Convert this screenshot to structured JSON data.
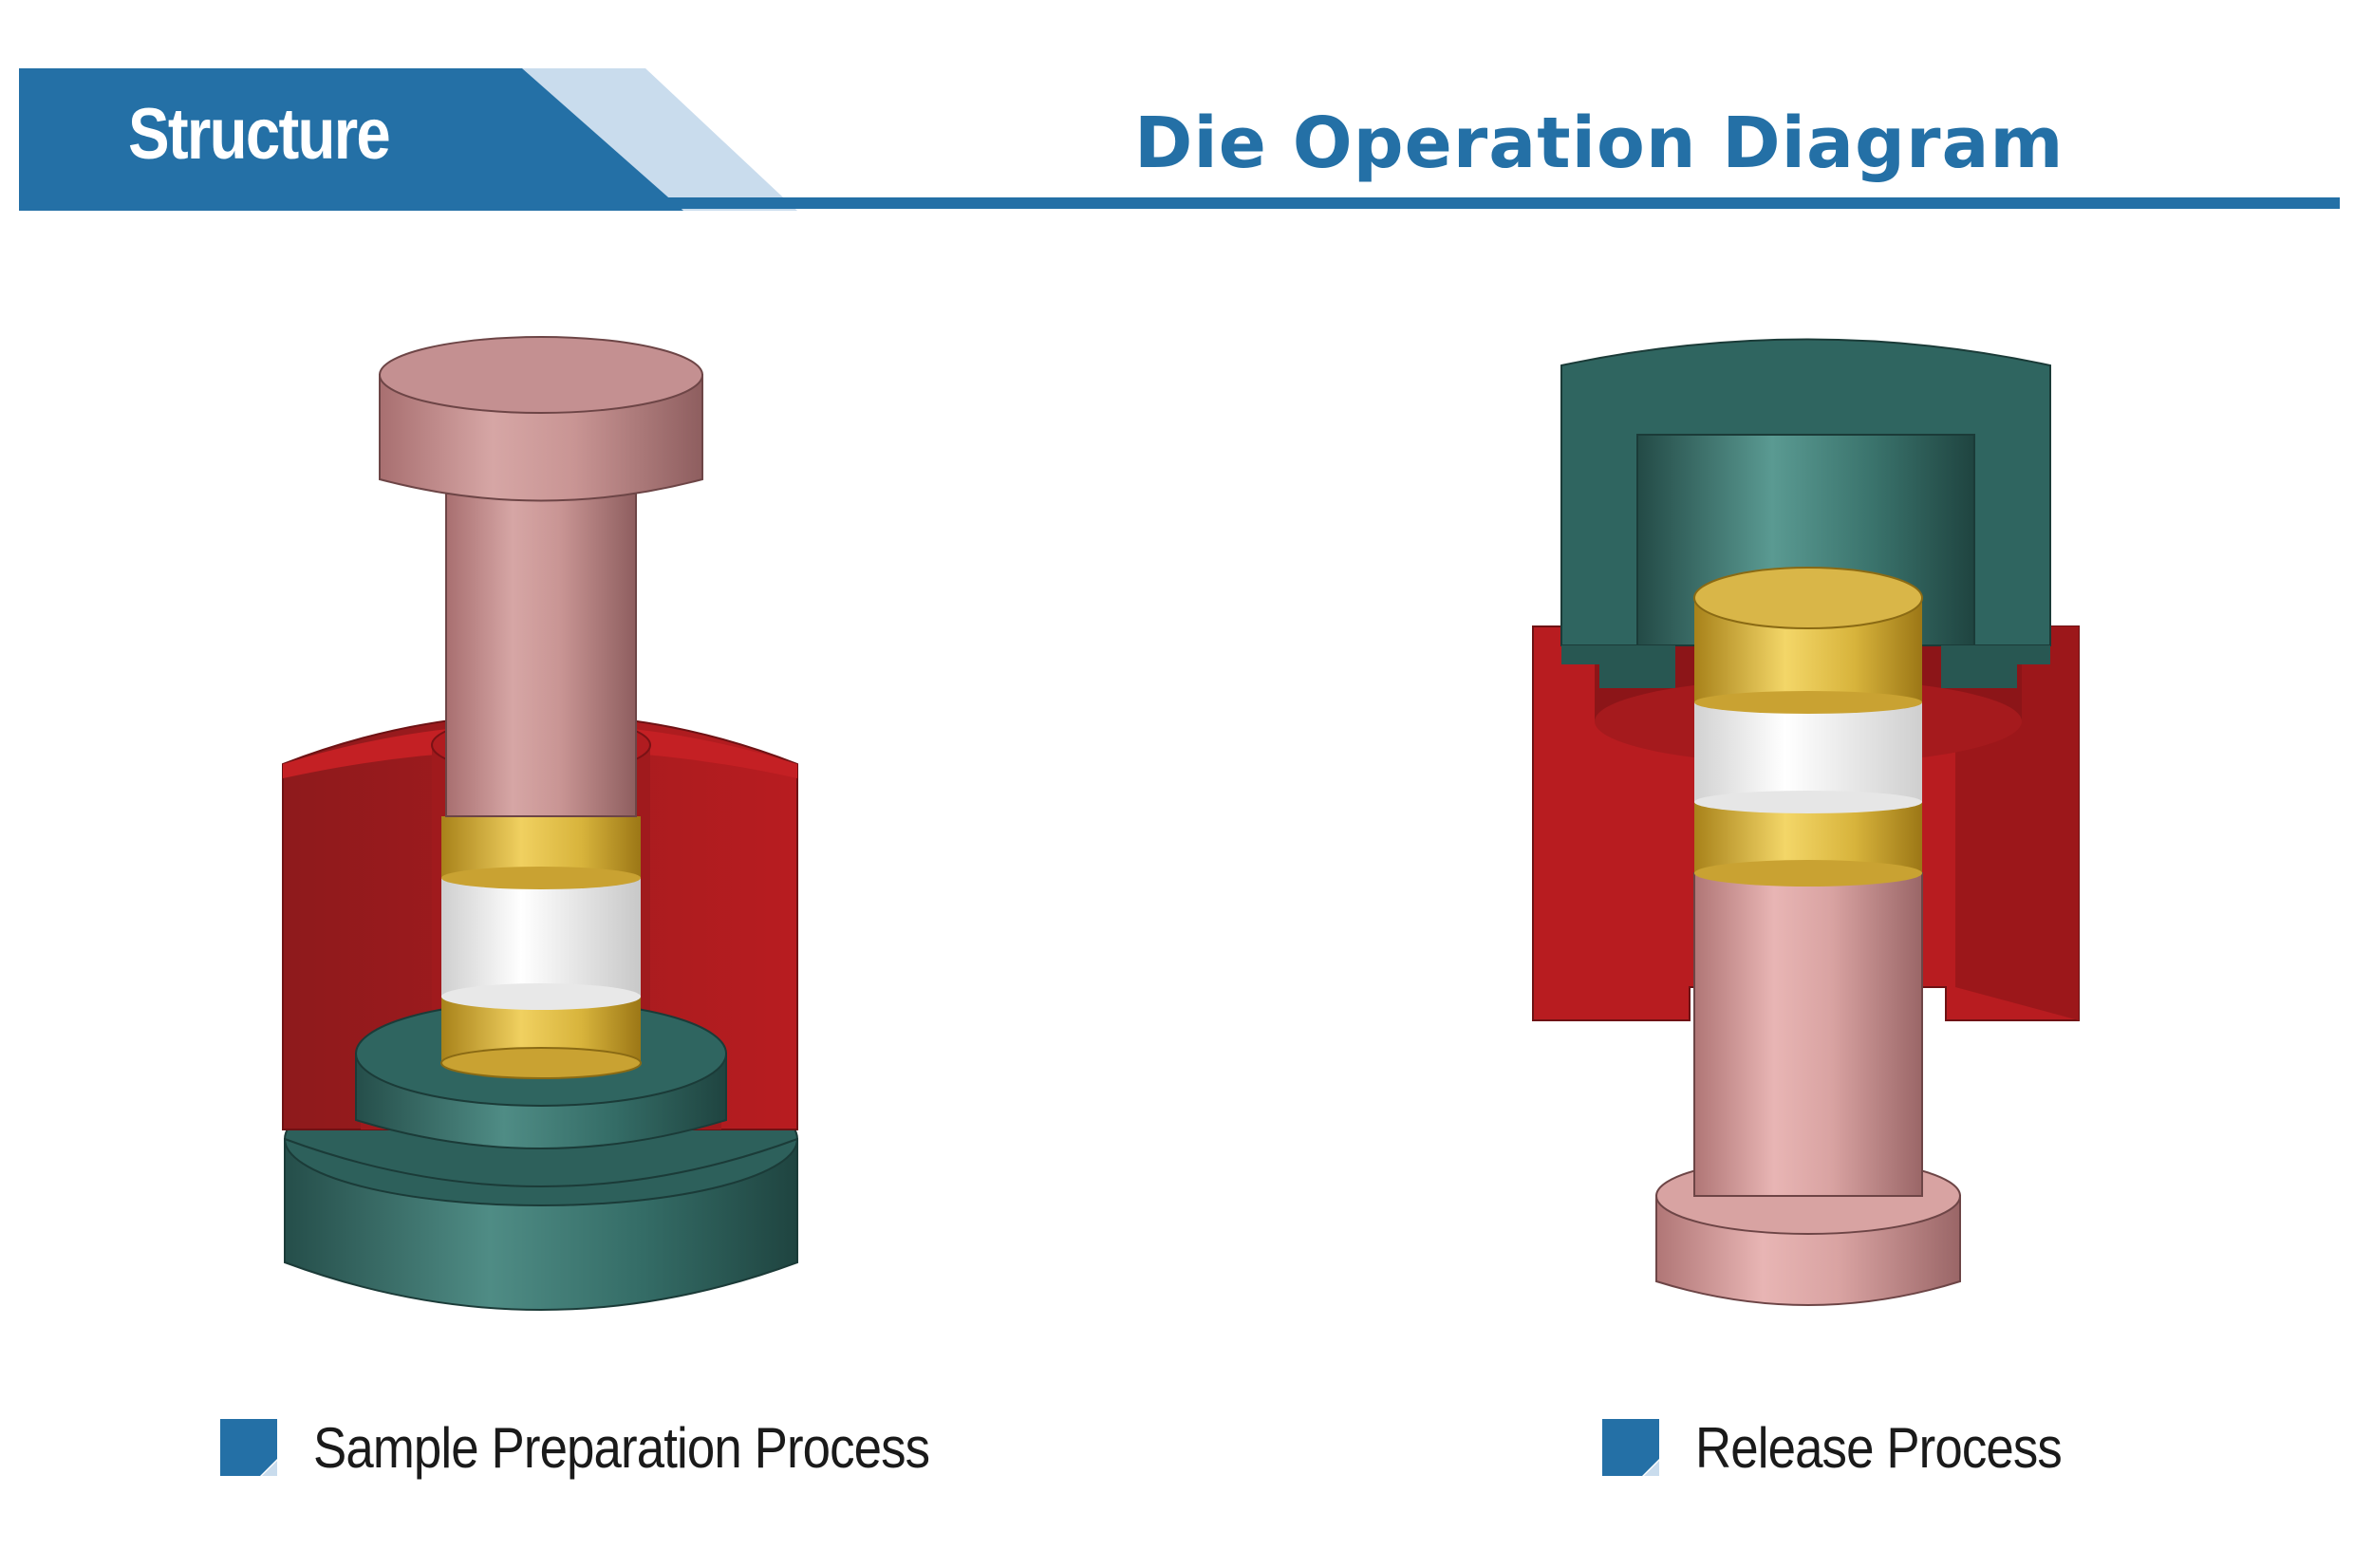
{
  "header": {
    "tab_label": "Structure",
    "title": "Die Operation Diagram"
  },
  "panels": [
    {
      "caption": "Sample Preparation Process"
    },
    {
      "caption": "Release Process"
    }
  ],
  "colors": {
    "accent_blue": "#2470a6",
    "light_blue": "#c9dced",
    "die_red": "#b81c20",
    "base_teal": "#2f6560",
    "plunger_pink": "#c99594",
    "spacer_gold": "#d8b43c",
    "sample_white": "#f2f2f2"
  }
}
